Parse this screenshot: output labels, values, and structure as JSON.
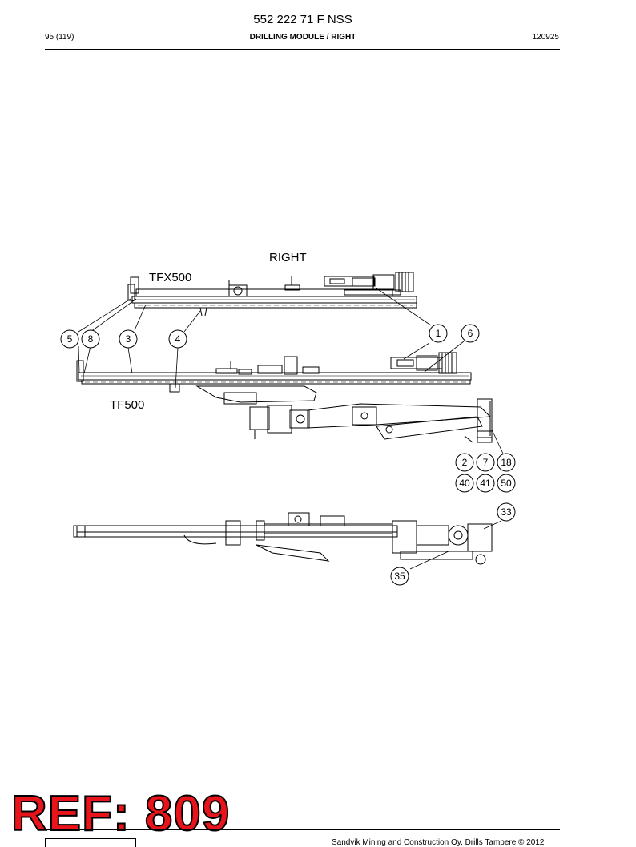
{
  "header": {
    "doc_number": "552 222 71 F NSS",
    "page": "95 (119)",
    "section": "DRILLING MODULE / RIGHT",
    "date": "120925"
  },
  "drawing": {
    "view_label": "RIGHT",
    "top_feed_label": "TFX500",
    "middle_feed_label": "TF500",
    "callouts": [
      "5",
      "8",
      "3",
      "4",
      "1",
      "6",
      "2",
      "7",
      "18",
      "40",
      "41",
      "50",
      "33",
      "35"
    ]
  },
  "watermark": "REF: 809",
  "footer": {
    "copyright": "Sandvik Mining and Construction Oy, Drills Tampere © 2012"
  }
}
